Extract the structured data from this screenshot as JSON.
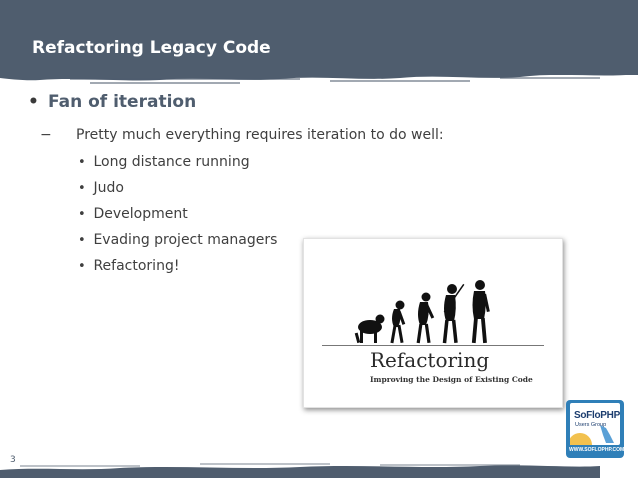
{
  "slide": {
    "title": "Refactoring Legacy Code",
    "number": "3"
  },
  "content": {
    "level1": {
      "bullet": "•",
      "text": "Fan of iteration"
    },
    "level2": {
      "bullet": "−",
      "text": "Pretty much everything requires iteration to do well:"
    },
    "level3": [
      {
        "bullet": "•",
        "text": "Long distance running"
      },
      {
        "bullet": "•",
        "text": "Judo"
      },
      {
        "bullet": "•",
        "text": "Development"
      },
      {
        "bullet": "•",
        "text": "Evading project managers"
      },
      {
        "bullet": "•",
        "text": "Refactoring!"
      }
    ]
  },
  "book_image": {
    "title": "Refactoring",
    "subtitle": "Improving the Design of Existing Code"
  },
  "logo": {
    "name": "SoFloPHP",
    "sub": "Users Group",
    "url": "WWW.SOFLOPHP.COM"
  },
  "colors": {
    "header_bg": "#4f5d6e",
    "heading_text": "#4f5d6e",
    "body_text": "#3f3f3f",
    "logo_blue": "#2f7fb8"
  }
}
